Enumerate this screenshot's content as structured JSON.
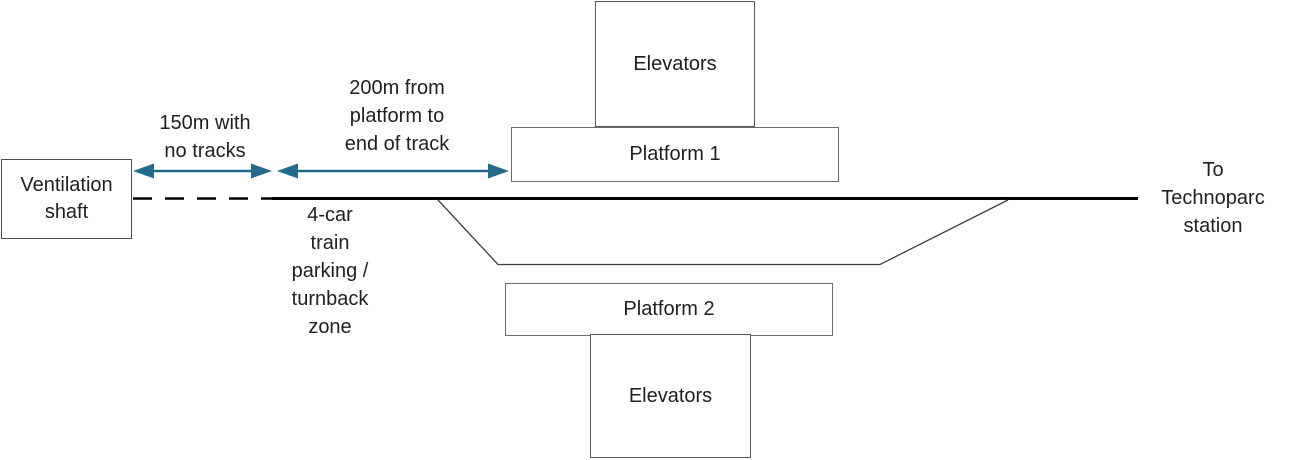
{
  "boxes": {
    "ventilation_shaft": "Ventilation\nshaft",
    "elevators_top": "Elevators",
    "platform_1": "Platform 1",
    "platform_2": "Platform 2",
    "elevators_bottom": "Elevators"
  },
  "annotations": {
    "no_tracks_dimension": "150m with\nno tracks",
    "platform_to_track_end_dimension": "200m from\nplatform to\nend of track",
    "turnback_zone": "4-car\ntrain\nparking /\nturnback\nzone",
    "destination": "To\nTechnoparc\nstation"
  },
  "colors": {
    "dimension_arrow": "#246a8c",
    "track_line": "#000000",
    "turnback_line": "#3f3f3f"
  }
}
